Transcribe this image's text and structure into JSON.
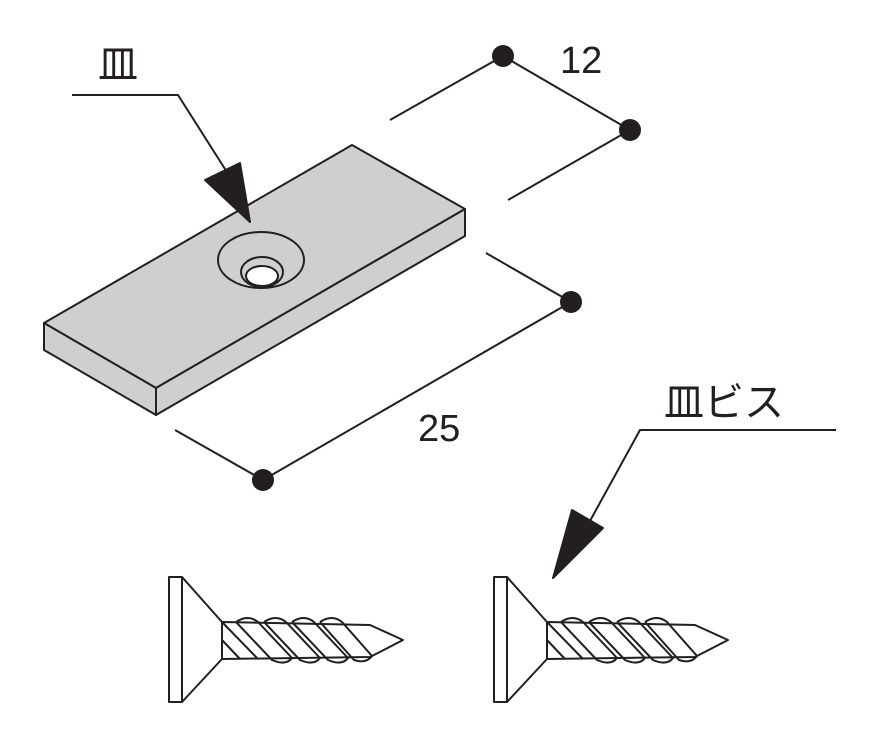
{
  "labels": {
    "plate": "皿",
    "screw": "皿ビス",
    "width_dim": "12",
    "length_dim": "25"
  },
  "colors": {
    "line": "#231f20",
    "plate_fill": "#cfcfcf"
  }
}
